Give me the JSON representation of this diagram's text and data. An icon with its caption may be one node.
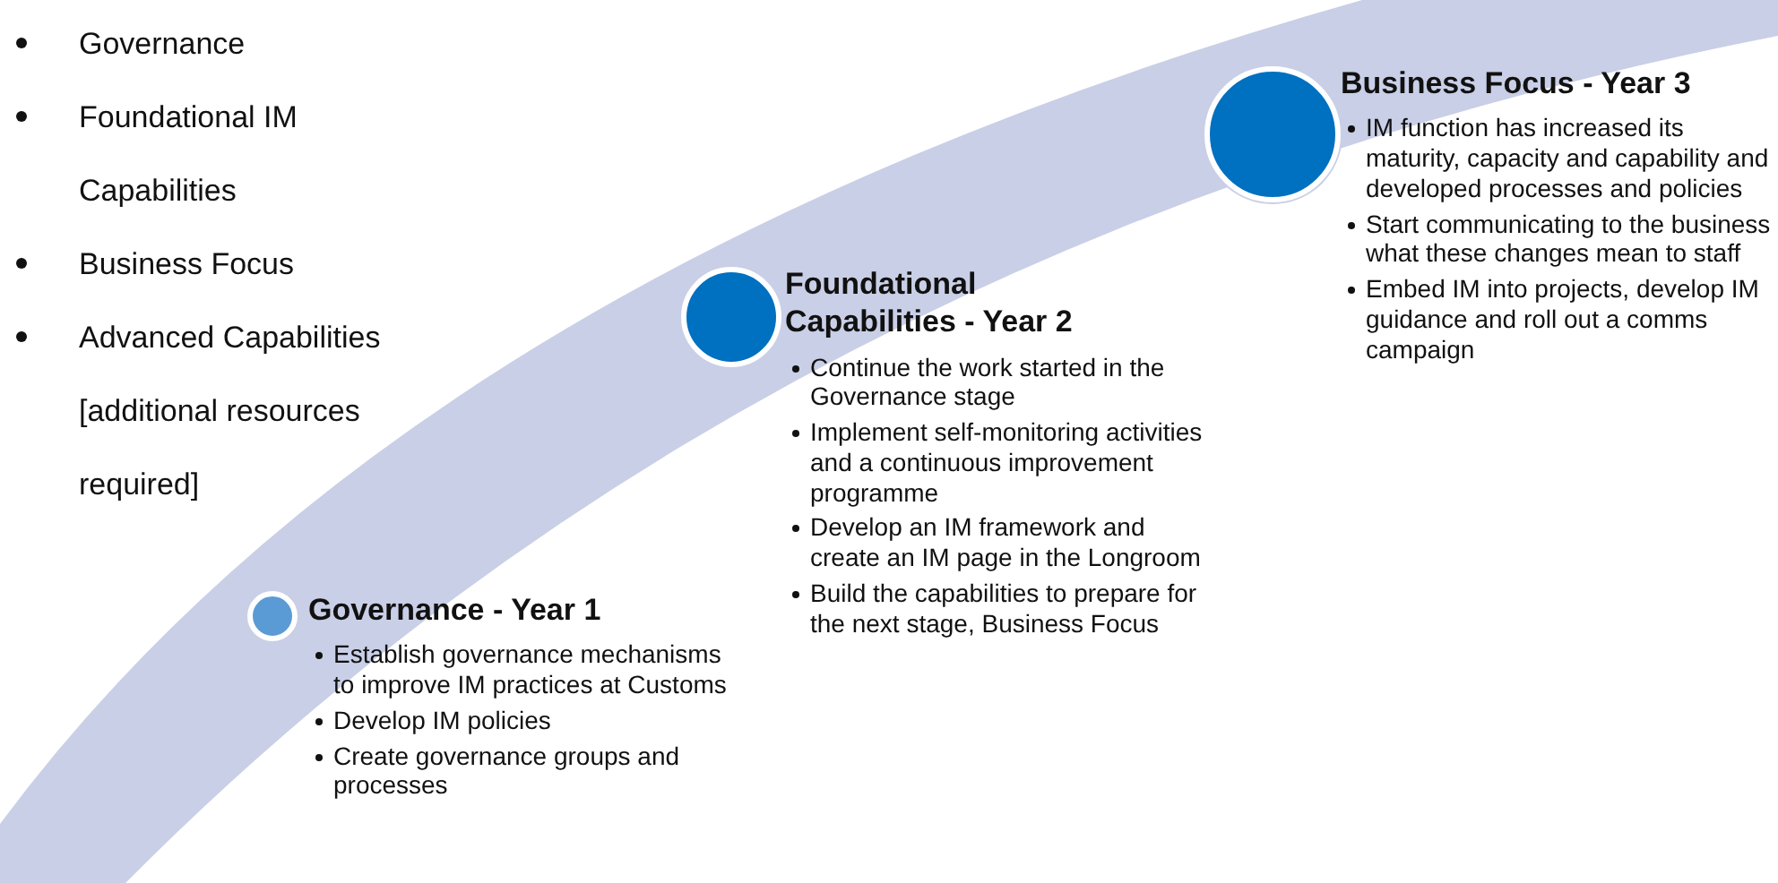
{
  "diagram": {
    "nodes": [
      {
        "text": [
          "Governance - Year 1",
          "Establish governance mechanisms to improve IM practices at Customs",
          "Develop IM policies",
          "Create governance groups and processes"
        ]
      },
      {
        "text": [
          "Foundational Capabilities - Year 2",
          "Continue the work started in the Governance stage",
          "Implement self-monitoring activities and a continuous improvement programme",
          "Develop an IM framework and create an IM page in the Longroom",
          "Build the capabilities to prepare for the next stage, Business Focus"
        ]
      },
      {
        "text": [
          "Business Focus - Year 3",
          "IM function has increased its maturity, capacity and capability and developed processes and policies",
          "Start communicating to the business what these changes mean to staff",
          "Embed IM into projects, develop IM guidance and roll out a comms campaign"
        ]
      }
    ],
    "labels": [
      "Governance",
      "Foundational IM Capabilities",
      "Business Focus",
      "Advanced Capabilities [additional resources required]"
    ]
  }
}
